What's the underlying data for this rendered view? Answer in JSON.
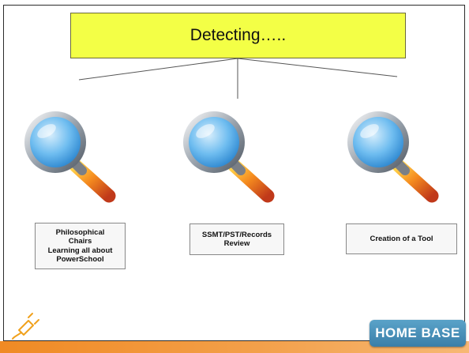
{
  "title": "Detecting…..",
  "branches": [
    {
      "label_lines": [
        "Philosophical",
        "Chairs",
        "Learning all about",
        "PowerSchool"
      ],
      "icon": "magnifying-glass-icon"
    },
    {
      "label_lines": [
        "SSMT/PST/Records",
        "Review"
      ],
      "icon": "magnifying-glass-icon"
    },
    {
      "label_lines": [
        "Creation of a Tool"
      ],
      "icon": "magnifying-glass-icon"
    }
  ],
  "logo": {
    "text": "HOME BASE"
  },
  "colors": {
    "title_fill": "#f3ff46",
    "lens": "#5db0e8",
    "handle": "#f0801e",
    "bottom_bar": "#f08a24",
    "logo_blue": "#3a7ea8"
  }
}
